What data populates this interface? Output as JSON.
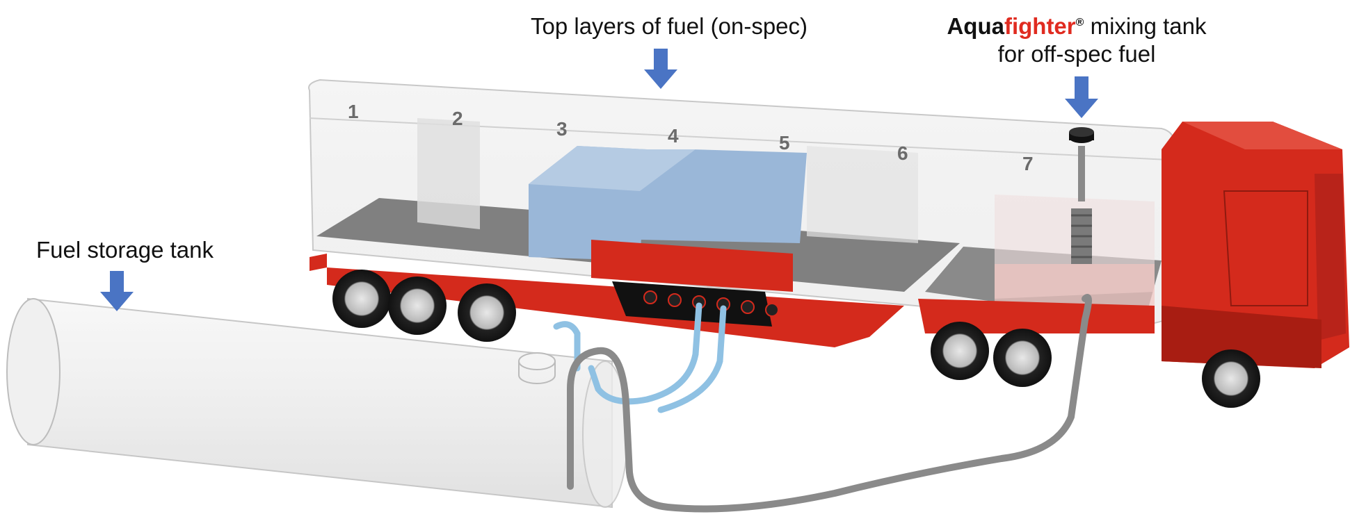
{
  "labels": {
    "top_layers": "Top layers of fuel (on-spec)",
    "storage_tank": "Fuel storage tank",
    "brand_prefix": "Aqua",
    "brand_suffix": "fighter",
    "registered_mark": "®",
    "mixing_tank_line1_rest": " mixing tank",
    "mixing_tank_line2": "for off-spec fuel"
  },
  "compartments": [
    "1",
    "2",
    "3",
    "4",
    "5",
    "6",
    "7"
  ],
  "colors": {
    "truck_red": "#d42a1c",
    "truck_red_dark": "#a81d12",
    "arrow_blue": "#4a74c4",
    "fuel_blue": "#9ab7d8",
    "hose_gray": "#8a8a8a",
    "hose_blue": "#8fc1e3",
    "brand_red": "#e02b20"
  }
}
